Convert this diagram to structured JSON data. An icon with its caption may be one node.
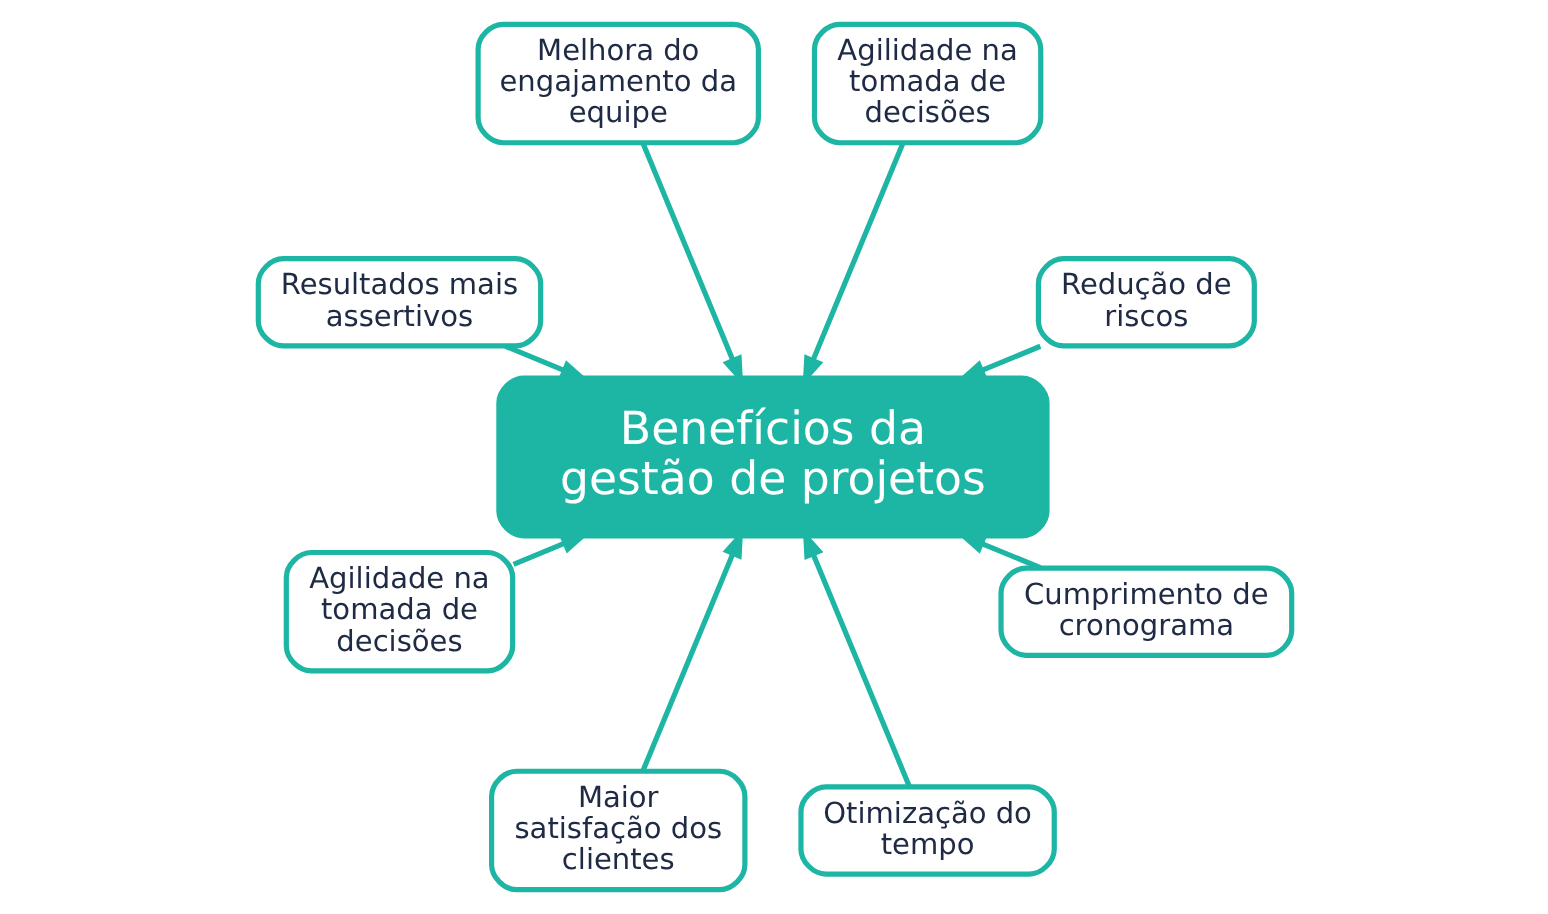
{
  "diagram": {
    "nodes": [
      {
        "text": [
          "Benefícios da gestão de projetos"
        ]
      },
      {
        "text": [
          "Redução de riscos"
        ]
      },
      {
        "text": [
          "Agilidade na tomada de decisões"
        ]
      },
      {
        "text": [
          "Melhora do engajamento da equipe"
        ]
      },
      {
        "text": [
          "Resultados mais assertivos"
        ]
      },
      {
        "text": [
          "Agilidade na tomada de decisões"
        ]
      },
      {
        "text": [
          "Maior satisfação dos clientes"
        ]
      },
      {
        "text": [
          "Otimização do tempo"
        ]
      },
      {
        "text": [
          "Cumprimento de cronograma"
        ]
      }
    ],
    "edges": [
      {
        "from": 1,
        "to": 0,
        "arrow": "to"
      },
      {
        "from": 2,
        "to": 0,
        "arrow": "to"
      },
      {
        "from": 3,
        "to": 0,
        "arrow": "to"
      },
      {
        "from": 4,
        "to": 0,
        "arrow": "to"
      },
      {
        "from": 5,
        "to": 0,
        "arrow": "to"
      },
      {
        "from": 6,
        "to": 0,
        "arrow": "to"
      },
      {
        "from": 7,
        "to": 0,
        "arrow": "to"
      },
      {
        "from": 8,
        "to": 0,
        "arrow": "to"
      }
    ]
  }
}
